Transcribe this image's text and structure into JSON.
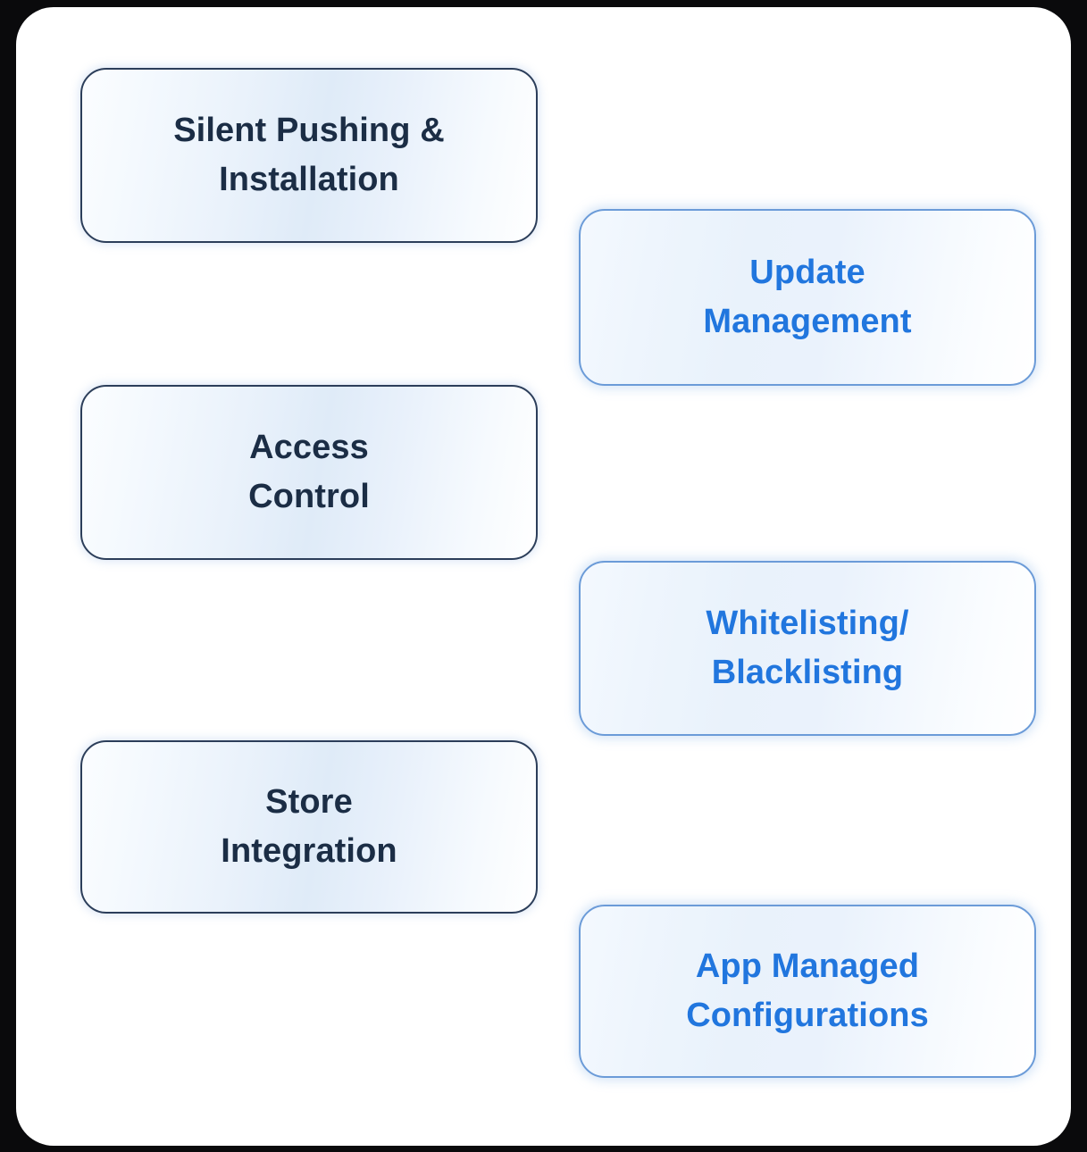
{
  "diagram": {
    "title": "",
    "background_color": "#0a0a0c",
    "card_color": "#ffffff",
    "columns": [
      {
        "name": "left-column",
        "text_color": "#1b2d45",
        "border_color": "#2c3e5a"
      },
      {
        "name": "right-column",
        "text_color": "#2176de",
        "border_color": "#6b9bd8"
      }
    ],
    "boxes": [
      {
        "id": "silent-pushing-installation",
        "label": "Silent Pushing &\nInstallation",
        "column": "left",
        "style": "dark"
      },
      {
        "id": "update-management",
        "label": "Update\nManagement",
        "column": "right",
        "style": "blue"
      },
      {
        "id": "access-control",
        "label": "Access\nControl",
        "column": "left",
        "style": "dark"
      },
      {
        "id": "whitelisting-blacklisting",
        "label": "Whitelisting/\nBlacklisting",
        "column": "right",
        "style": "blue"
      },
      {
        "id": "store-integration",
        "label": "Store\nIntegration",
        "column": "left",
        "style": "dark"
      },
      {
        "id": "app-managed-configurations",
        "label": "App Managed\nConfigurations",
        "column": "right",
        "style": "blue"
      }
    ]
  }
}
